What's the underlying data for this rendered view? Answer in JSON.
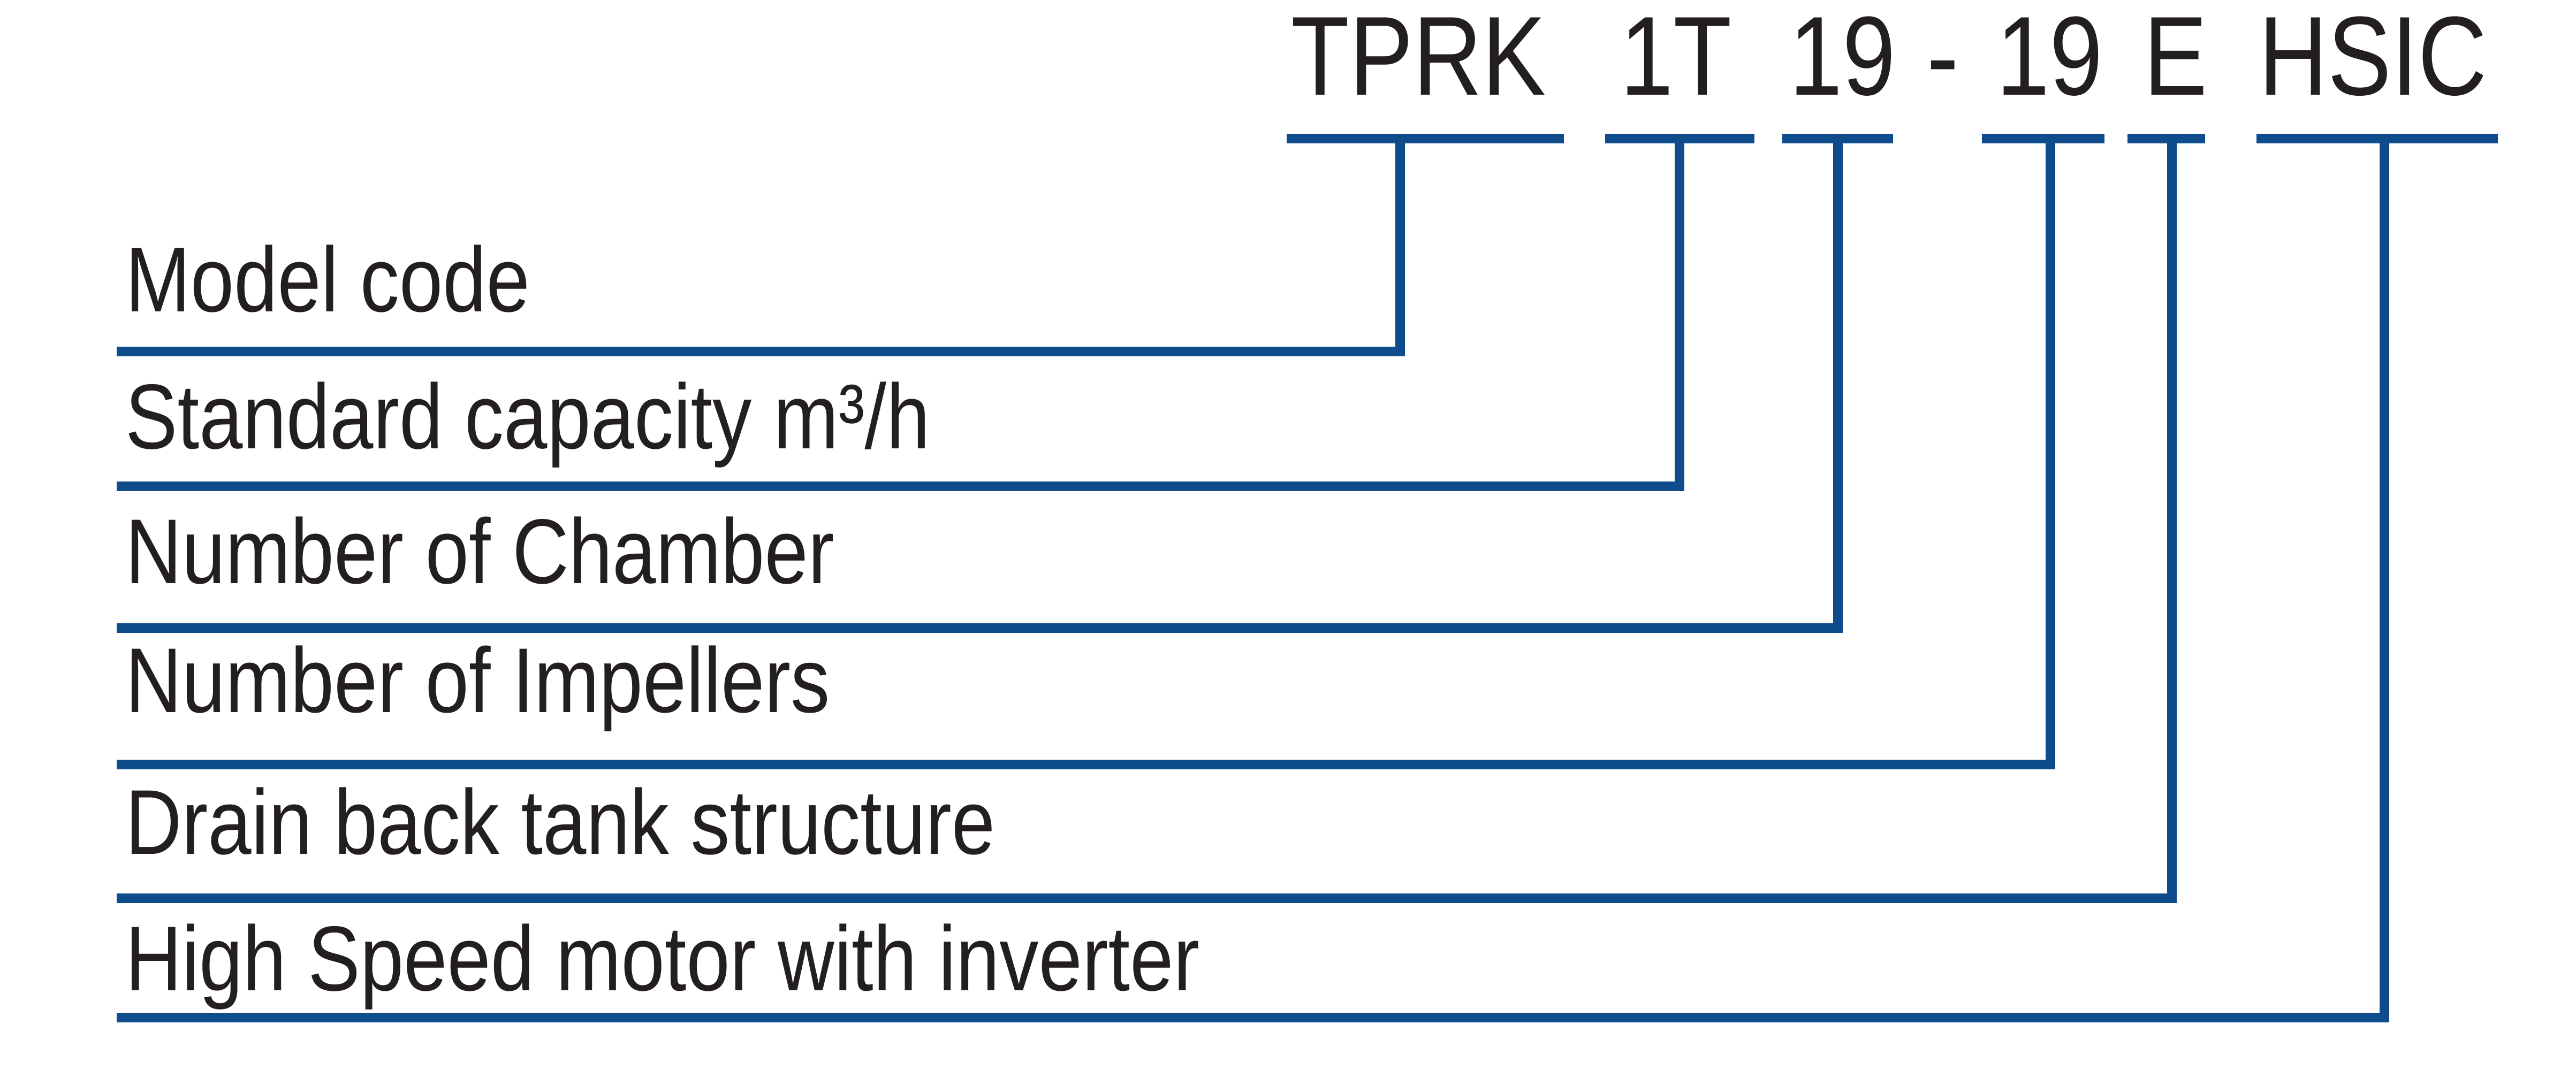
{
  "diagram": {
    "model_code": {
      "full": "TPRK 1T 19 - 19 E HSIC",
      "segments": [
        "TPRK",
        "1T",
        "19",
        "-",
        "19",
        "E",
        "HSIC"
      ]
    },
    "labels": [
      "Model code",
      "Standard capacity m³/h",
      "Number of Chamber",
      "Number of Impellers",
      "Drain back tank structure",
      "High Speed motor with inverter"
    ],
    "colors": {
      "line_blue": "#0e4c8b",
      "text_black": "#231f20",
      "background": "#ffffff"
    }
  }
}
